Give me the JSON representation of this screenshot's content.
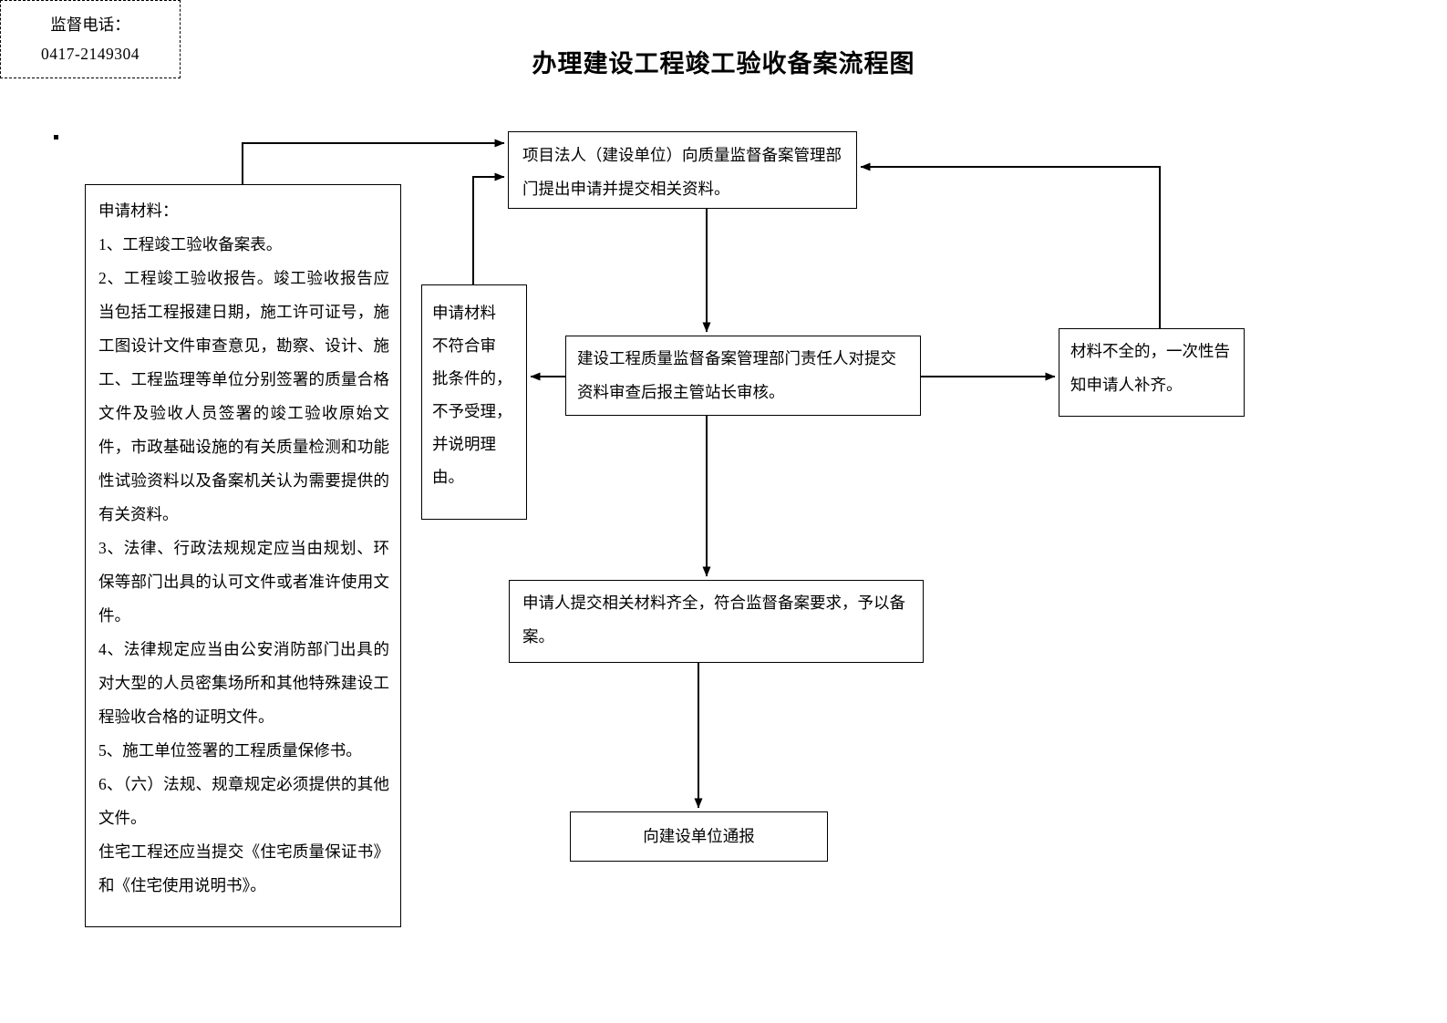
{
  "page": {
    "title": "办理建设工程竣工验收备案流程图"
  },
  "left_panel": {
    "name": "申请材料清单",
    "lines": [
      "申请材料：",
      "1、工程竣工验收备案表。",
      "2、工程竣工验收报告。竣工验收报告应当包括工程报建日期，施工许可证号，施工图设计文件审查意见，勘察、设计、施工、工程监理等单位分别签署的质量合格文件及验收人员签署的竣工验收原始文件，市政基础设施的有关质量检测和功能性试验资料以及备案机关认为需要提供的有关资料。",
      "3、法律、行政法规规定应当由规划、环保等部门出具的认可文件或者准许使用文件。",
      "4、法律规定应当由公安消防部门出具的对大型的人员密集场所和其他特殊建设工程验收合格的证明文件。",
      "5、施工单位签署的工程质量保修书。",
      "6、（六）法规、规章规定必须提供的其他文件。",
      "住宅工程还应当提交《住宅质量保证书》和《住宅使用说明书》。"
    ]
  },
  "nodes": {
    "apply": "项目法人（建设单位）向质量监督备案管理部门提出申请并提交相关资料。",
    "reject": "申请材料不符合审批条件的，不予受理，并说明理由。",
    "reject_lines": [
      "申请材料",
      "不符合审",
      "批条件的，",
      "不予受理，",
      "并说明理",
      "由。"
    ],
    "review": "建设工程质量监督备案管理部门责任人对提交资料审查后报主管站长审核。",
    "incomplete": "材料不全的，一次性告知申请人补齐。",
    "filing": "申请人提交相关材料齐全，符合监督备案要求，予以备案。",
    "notify": "向建设单位通报"
  },
  "phone_box": {
    "label": "监督电话：",
    "number": "0417-2149304"
  },
  "colors": {
    "line": "#000000",
    "background": "#ffffff",
    "text": "#000000"
  }
}
